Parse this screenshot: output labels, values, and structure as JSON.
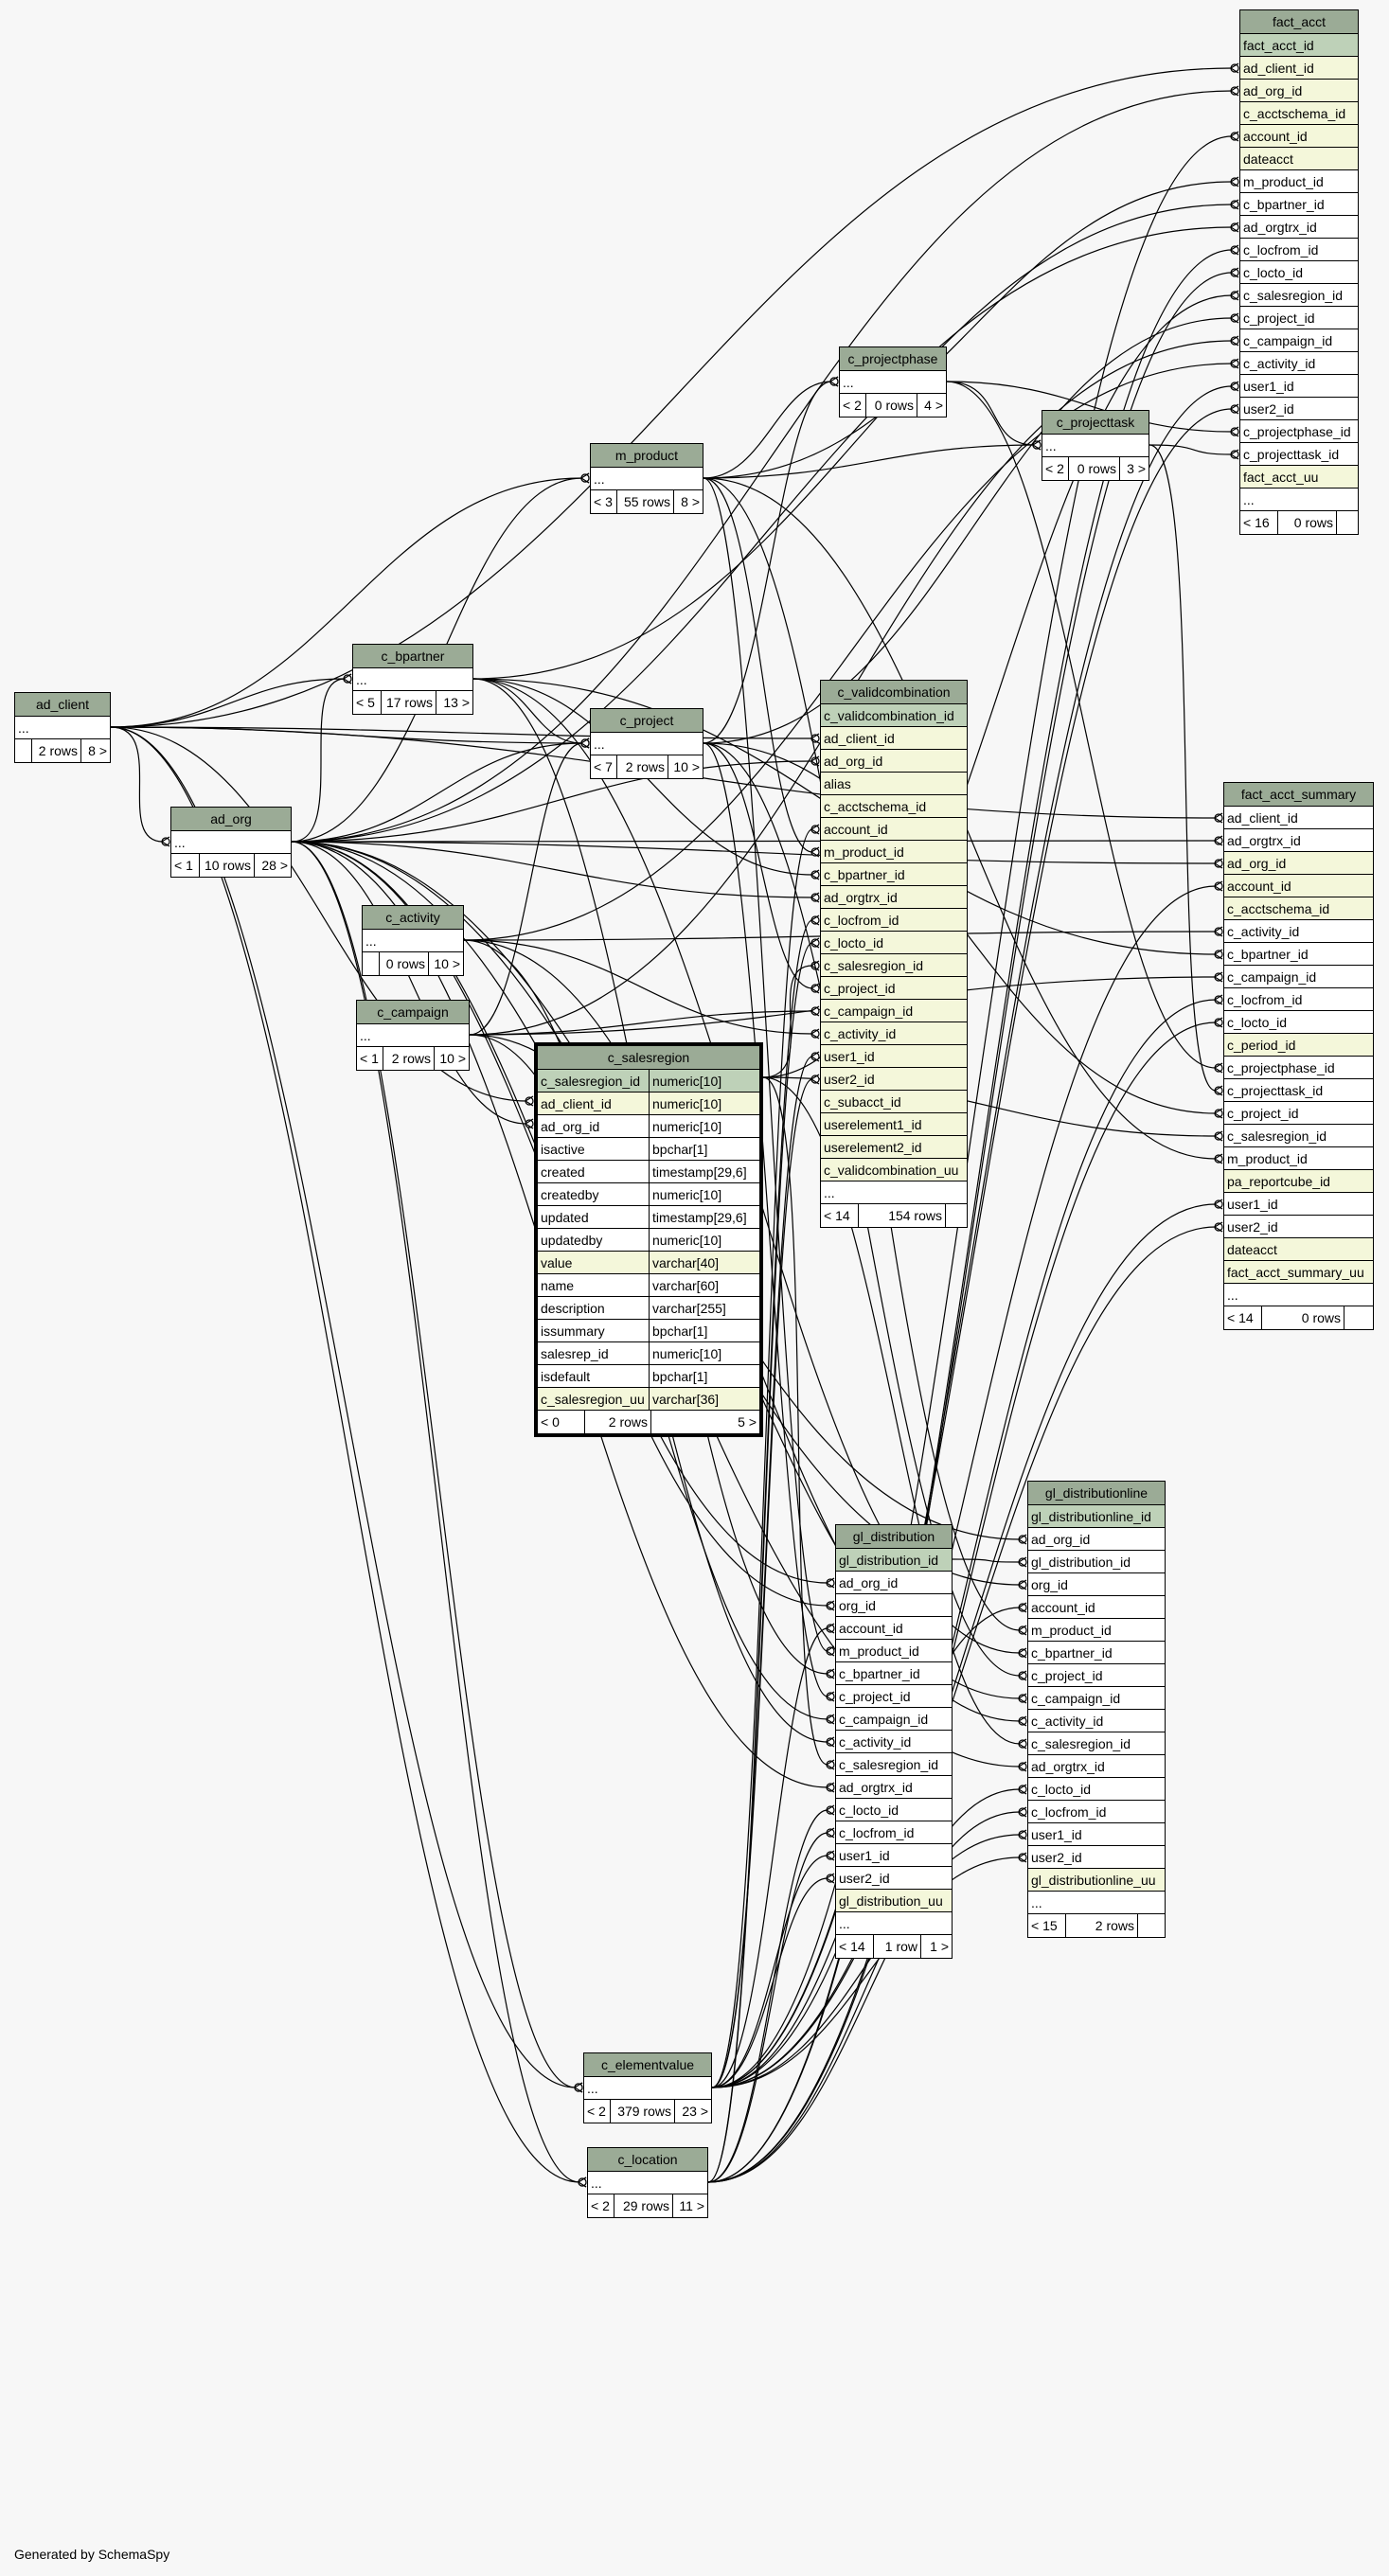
{
  "colors": {
    "header": "#9bab96",
    "primary_key": "#bed1b8",
    "indexed": "#f4f7da",
    "background": "#f7f7f7",
    "line": "#000000"
  },
  "footer_text": "Generated by SchemaSpy",
  "tables": {
    "fact_acct": {
      "name": "fact_acct",
      "rows": [
        "fact_acct_id",
        "ad_client_id",
        "ad_org_id",
        "c_acctschema_id",
        "account_id",
        "dateacct",
        "m_product_id",
        "c_bpartner_id",
        "ad_orgtrx_id",
        "c_locfrom_id",
        "c_locto_id",
        "c_salesregion_id",
        "c_project_id",
        "c_campaign_id",
        "c_activity_id",
        "user1_id",
        "user2_id",
        "c_projectphase_id",
        "c_projecttask_id",
        "fact_acct_uu",
        "..."
      ],
      "footer": [
        "< 16",
        "0 rows",
        ""
      ]
    },
    "fact_acct_summary": {
      "name": "fact_acct_summary",
      "rows": [
        "ad_client_id",
        "ad_orgtrx_id",
        "ad_org_id",
        "account_id",
        "c_acctschema_id",
        "c_activity_id",
        "c_bpartner_id",
        "c_campaign_id",
        "c_locfrom_id",
        "c_locto_id",
        "c_period_id",
        "c_projectphase_id",
        "c_projecttask_id",
        "c_project_id",
        "c_salesregion_id",
        "m_product_id",
        "pa_reportcube_id",
        "user1_id",
        "user2_id",
        "dateacct",
        "fact_acct_summary_uu",
        "..."
      ],
      "footer": [
        "< 14",
        "0 rows",
        ""
      ]
    },
    "c_validcombination": {
      "name": "c_validcombination",
      "rows": [
        "c_validcombination_id",
        "ad_client_id",
        "ad_org_id",
        "alias",
        "c_acctschema_id",
        "account_id",
        "m_product_id",
        "c_bpartner_id",
        "ad_orgtrx_id",
        "c_locfrom_id",
        "c_locto_id",
        "c_salesregion_id",
        "c_project_id",
        "c_campaign_id",
        "c_activity_id",
        "user1_id",
        "user2_id",
        "c_subacct_id",
        "userelement1_id",
        "userelement2_id",
        "c_validcombination_uu",
        "..."
      ],
      "footer": [
        "< 14",
        "154 rows",
        ""
      ]
    },
    "c_salesregion": {
      "name": "c_salesregion",
      "rows": [
        [
          "c_salesregion_id",
          "numeric[10]"
        ],
        [
          "ad_client_id",
          "numeric[10]"
        ],
        [
          "ad_org_id",
          "numeric[10]"
        ],
        [
          "isactive",
          "bpchar[1]"
        ],
        [
          "created",
          "timestamp[29,6]"
        ],
        [
          "createdby",
          "numeric[10]"
        ],
        [
          "updated",
          "timestamp[29,6]"
        ],
        [
          "updatedby",
          "numeric[10]"
        ],
        [
          "value",
          "varchar[40]"
        ],
        [
          "name",
          "varchar[60]"
        ],
        [
          "description",
          "varchar[255]"
        ],
        [
          "issummary",
          "bpchar[1]"
        ],
        [
          "salesrep_id",
          "numeric[10]"
        ],
        [
          "isdefault",
          "bpchar[1]"
        ],
        [
          "c_salesregion_uu",
          "varchar[36]"
        ]
      ],
      "footer": [
        "< 0",
        "2 rows",
        "5 >"
      ]
    },
    "gl_distribution": {
      "name": "gl_distribution",
      "rows": [
        "gl_distribution_id",
        "ad_org_id",
        "org_id",
        "account_id",
        "m_product_id",
        "c_bpartner_id",
        "c_project_id",
        "c_campaign_id",
        "c_activity_id",
        "c_salesregion_id",
        "ad_orgtrx_id",
        "c_locto_id",
        "c_locfrom_id",
        "user1_id",
        "user2_id",
        "gl_distribution_uu",
        "..."
      ],
      "footer": [
        "< 14",
        "1 row",
        "1 >"
      ]
    },
    "gl_distributionline": {
      "name": "gl_distributionline",
      "rows": [
        "gl_distributionline_id",
        "ad_org_id",
        "gl_distribution_id",
        "org_id",
        "account_id",
        "m_product_id",
        "c_bpartner_id",
        "c_project_id",
        "c_campaign_id",
        "c_activity_id",
        "c_salesregion_id",
        "ad_orgtrx_id",
        "c_locto_id",
        "c_locfrom_id",
        "user1_id",
        "user2_id",
        "gl_distributionline_uu",
        "..."
      ],
      "footer": [
        "< 15",
        "2 rows",
        ""
      ]
    },
    "ad_client": {
      "name": "ad_client",
      "rows": [
        "..."
      ],
      "footer": [
        "",
        "2 rows",
        "8 >"
      ]
    },
    "ad_org": {
      "name": "ad_org",
      "rows": [
        "..."
      ],
      "footer": [
        "< 1",
        "10 rows",
        "28 >"
      ]
    },
    "c_bpartner": {
      "name": "c_bpartner",
      "rows": [
        "..."
      ],
      "footer": [
        "< 5",
        "17 rows",
        "13 >"
      ]
    },
    "m_product": {
      "name": "m_product",
      "rows": [
        "..."
      ],
      "footer": [
        "< 3",
        "55 rows",
        "8 >"
      ]
    },
    "c_project": {
      "name": "c_project",
      "rows": [
        "..."
      ],
      "footer": [
        "< 7",
        "2 rows",
        "10 >"
      ]
    },
    "c_projectphase": {
      "name": "c_projectphase",
      "rows": [
        "..."
      ],
      "footer": [
        "< 2",
        "0 rows",
        "4 >"
      ]
    },
    "c_projecttask": {
      "name": "c_projecttask",
      "rows": [
        "..."
      ],
      "footer": [
        "< 2",
        "0 rows",
        "3 >"
      ]
    },
    "c_activity": {
      "name": "c_activity",
      "rows": [
        "..."
      ],
      "footer": [
        "",
        "0 rows",
        "10 >"
      ]
    },
    "c_campaign": {
      "name": "c_campaign",
      "rows": [
        "..."
      ],
      "footer": [
        "< 1",
        "2 rows",
        "10 >"
      ]
    },
    "c_elementvalue": {
      "name": "c_elementvalue",
      "rows": [
        "..."
      ],
      "footer": [
        "< 2",
        "379 rows",
        "23 >"
      ]
    },
    "c_location": {
      "name": "c_location",
      "rows": [
        "..."
      ],
      "footer": [
        "< 2",
        "29 rows",
        "11 >"
      ]
    }
  },
  "relationships": [
    [
      "ad_client",
      "fact_acct",
      "ad_client_id"
    ],
    [
      "ad_org",
      "fact_acct",
      "ad_org_id"
    ],
    [
      "ad_org",
      "fact_acct",
      "ad_orgtrx_id"
    ],
    [
      "m_product",
      "fact_acct",
      "m_product_id"
    ],
    [
      "c_bpartner",
      "fact_acct",
      "c_bpartner_id"
    ],
    [
      "c_location",
      "fact_acct",
      "c_locfrom_id"
    ],
    [
      "c_location",
      "fact_acct",
      "c_locto_id"
    ],
    [
      "c_salesregion",
      "fact_acct",
      "c_salesregion_id"
    ],
    [
      "c_project",
      "fact_acct",
      "c_project_id"
    ],
    [
      "c_campaign",
      "fact_acct",
      "c_campaign_id"
    ],
    [
      "c_activity",
      "fact_acct",
      "c_activity_id"
    ],
    [
      "c_elementvalue",
      "fact_acct",
      "account_id"
    ],
    [
      "c_elementvalue",
      "fact_acct",
      "user1_id"
    ],
    [
      "c_elementvalue",
      "fact_acct",
      "user2_id"
    ],
    [
      "c_projectphase",
      "fact_acct",
      "c_projectphase_id"
    ],
    [
      "c_projecttask",
      "fact_acct",
      "c_projecttask_id"
    ],
    [
      "ad_client",
      "fact_acct_summary",
      "ad_client_id"
    ],
    [
      "ad_org",
      "fact_acct_summary",
      "ad_orgtrx_id"
    ],
    [
      "ad_org",
      "fact_acct_summary",
      "ad_org_id"
    ],
    [
      "c_elementvalue",
      "fact_acct_summary",
      "account_id"
    ],
    [
      "c_activity",
      "fact_acct_summary",
      "c_activity_id"
    ],
    [
      "c_bpartner",
      "fact_acct_summary",
      "c_bpartner_id"
    ],
    [
      "c_campaign",
      "fact_acct_summary",
      "c_campaign_id"
    ],
    [
      "c_location",
      "fact_acct_summary",
      "c_locfrom_id"
    ],
    [
      "c_location",
      "fact_acct_summary",
      "c_locto_id"
    ],
    [
      "c_projectphase",
      "fact_acct_summary",
      "c_projectphase_id"
    ],
    [
      "c_projecttask",
      "fact_acct_summary",
      "c_projecttask_id"
    ],
    [
      "c_project",
      "fact_acct_summary",
      "c_project_id"
    ],
    [
      "c_salesregion",
      "fact_acct_summary",
      "c_salesregion_id"
    ],
    [
      "m_product",
      "fact_acct_summary",
      "m_product_id"
    ],
    [
      "c_elementvalue",
      "fact_acct_summary",
      "user1_id"
    ],
    [
      "c_elementvalue",
      "fact_acct_summary",
      "user2_id"
    ],
    [
      "ad_client",
      "c_validcombination",
      "ad_client_id"
    ],
    [
      "ad_org",
      "c_validcombination",
      "ad_org_id"
    ],
    [
      "c_elementvalue",
      "c_validcombination",
      "account_id"
    ],
    [
      "m_product",
      "c_validcombination",
      "m_product_id"
    ],
    [
      "c_bpartner",
      "c_validcombination",
      "c_bpartner_id"
    ],
    [
      "ad_org",
      "c_validcombination",
      "ad_orgtrx_id"
    ],
    [
      "c_location",
      "c_validcombination",
      "c_locfrom_id"
    ],
    [
      "c_location",
      "c_validcombination",
      "c_locto_id"
    ],
    [
      "c_salesregion",
      "c_validcombination",
      "c_salesregion_id"
    ],
    [
      "c_project",
      "c_validcombination",
      "c_project_id"
    ],
    [
      "c_campaign",
      "c_validcombination",
      "c_campaign_id"
    ],
    [
      "c_activity",
      "c_validcombination",
      "c_activity_id"
    ],
    [
      "c_elementvalue",
      "c_validcombination",
      "user1_id"
    ],
    [
      "c_elementvalue",
      "c_validcombination",
      "user2_id"
    ],
    [
      "ad_org",
      "gl_distribution",
      "ad_org_id"
    ],
    [
      "ad_org",
      "gl_distribution",
      "org_id"
    ],
    [
      "c_elementvalue",
      "gl_distribution",
      "account_id"
    ],
    [
      "m_product",
      "gl_distribution",
      "m_product_id"
    ],
    [
      "c_bpartner",
      "gl_distribution",
      "c_bpartner_id"
    ],
    [
      "c_project",
      "gl_distribution",
      "c_project_id"
    ],
    [
      "c_campaign",
      "gl_distribution",
      "c_campaign_id"
    ],
    [
      "c_activity",
      "gl_distribution",
      "c_activity_id"
    ],
    [
      "c_salesregion",
      "gl_distribution",
      "c_salesregion_id"
    ],
    [
      "ad_org",
      "gl_distribution",
      "ad_orgtrx_id"
    ],
    [
      "c_location",
      "gl_distribution",
      "c_locto_id"
    ],
    [
      "c_location",
      "gl_distribution",
      "c_locfrom_id"
    ],
    [
      "c_elementvalue",
      "gl_distribution",
      "user1_id"
    ],
    [
      "c_elementvalue",
      "gl_distribution",
      "user2_id"
    ],
    [
      "ad_org",
      "gl_distributionline",
      "ad_org_id"
    ],
    [
      "gl_distribution",
      "gl_distributionline",
      "gl_distribution_id"
    ],
    [
      "ad_org",
      "gl_distributionline",
      "org_id"
    ],
    [
      "c_elementvalue",
      "gl_distributionline",
      "account_id"
    ],
    [
      "m_product",
      "gl_distributionline",
      "m_product_id"
    ],
    [
      "c_bpartner",
      "gl_distributionline",
      "c_bpartner_id"
    ],
    [
      "c_project",
      "gl_distributionline",
      "c_project_id"
    ],
    [
      "c_campaign",
      "gl_distributionline",
      "c_campaign_id"
    ],
    [
      "c_activity",
      "gl_distributionline",
      "c_activity_id"
    ],
    [
      "c_salesregion",
      "gl_distributionline",
      "c_salesregion_id"
    ],
    [
      "ad_org",
      "gl_distributionline",
      "ad_orgtrx_id"
    ],
    [
      "c_location",
      "gl_distributionline",
      "c_locto_id"
    ],
    [
      "c_location",
      "gl_distributionline",
      "c_locfrom_id"
    ],
    [
      "c_elementvalue",
      "gl_distributionline",
      "user1_id"
    ],
    [
      "c_elementvalue",
      "gl_distributionline",
      "user2_id"
    ],
    [
      "ad_client",
      "ad_org",
      "ad_client_id"
    ],
    [
      "ad_client",
      "c_bpartner",
      "ad_client_id"
    ],
    [
      "ad_org",
      "c_bpartner",
      "ad_org_id"
    ],
    [
      "ad_client",
      "c_project",
      "ad_client_id"
    ],
    [
      "ad_org",
      "c_project",
      "ad_org_id"
    ],
    [
      "c_bpartner",
      "c_project",
      "c_bpartner_id"
    ],
    [
      "c_campaign",
      "c_project",
      "c_campaign_id"
    ],
    [
      "ad_client",
      "m_product",
      "ad_client_id"
    ],
    [
      "ad_org",
      "m_product",
      "ad_org_id"
    ],
    [
      "c_project",
      "c_projectphase",
      "c_project_id"
    ],
    [
      "m_product",
      "c_projectphase",
      "m_product_id"
    ],
    [
      "c_projectphase",
      "c_projecttask",
      "c_projectphase_id"
    ],
    [
      "m_product",
      "c_projecttask",
      "m_product_id"
    ],
    [
      "ad_client",
      "c_elementvalue",
      "ad_client_id"
    ],
    [
      "ad_org",
      "c_elementvalue",
      "ad_org_id"
    ],
    [
      "ad_client",
      "c_location",
      "ad_client_id"
    ],
    [
      "ad_org",
      "c_location",
      "ad_org_id"
    ],
    [
      "ad_client",
      "c_salesregion",
      "ad_client_id"
    ],
    [
      "ad_org",
      "c_salesregion",
      "ad_org_id"
    ]
  ]
}
